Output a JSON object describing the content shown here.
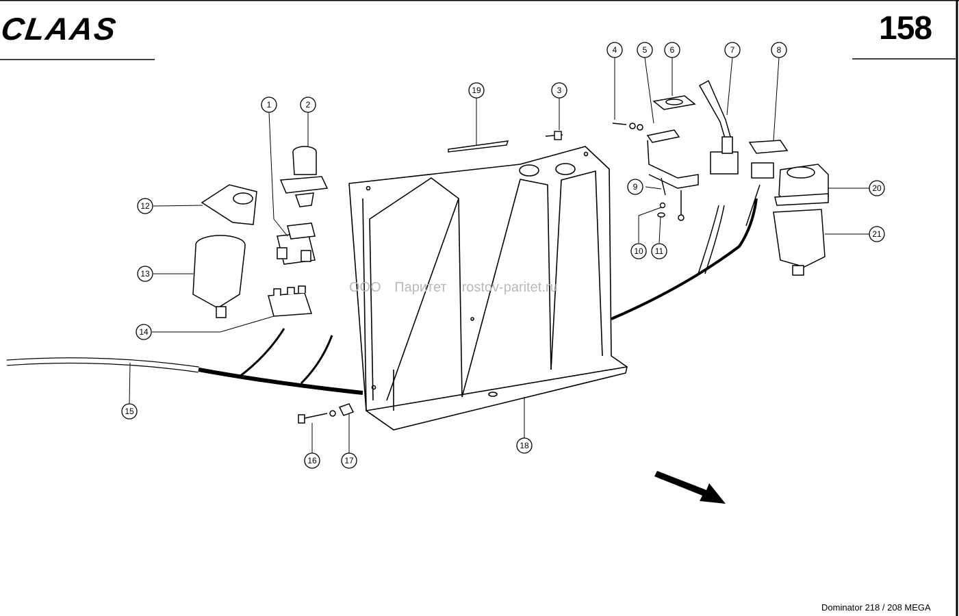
{
  "header": {
    "brand": "CLAAS",
    "page_number": "158"
  },
  "footer": {
    "model": "Dominator 218 / 208 MEGA"
  },
  "watermark": {
    "company": "ООО Паритет",
    "site": "rostov-paritet.ru"
  },
  "callouts": [
    "1",
    "2",
    "3",
    "4",
    "5",
    "6",
    "7",
    "8",
    "9",
    "10",
    "11",
    "12",
    "13",
    "14",
    "15",
    "16",
    "17",
    "18",
    "19",
    "20",
    "21"
  ],
  "colors": {
    "ink": "#000000",
    "paper": "#ffffff",
    "watermark": "#b9b9b9"
  }
}
